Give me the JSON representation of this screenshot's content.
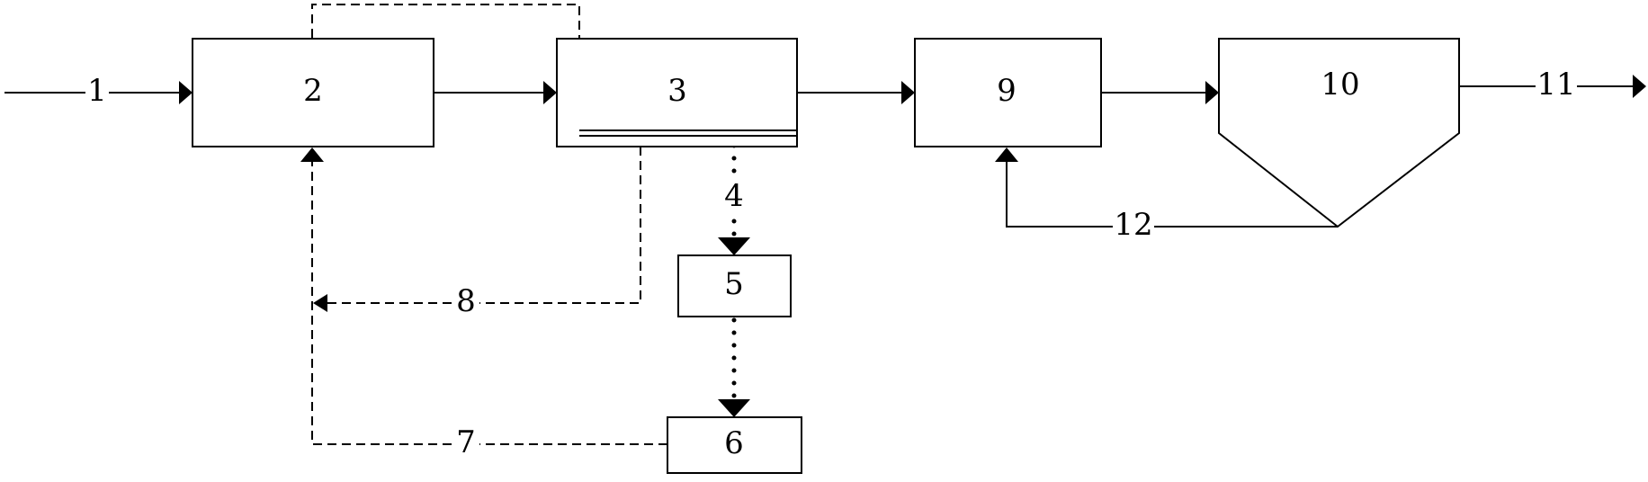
{
  "diagram": {
    "units": {
      "u2": "2",
      "u3": "3",
      "u5": "5",
      "u6": "6",
      "u9": "9",
      "u10": "10"
    },
    "streams": {
      "s1": "1",
      "s4": "4",
      "s7": "7",
      "s8": "8",
      "s11": "11",
      "s12": "12"
    },
    "colors": {
      "line": "#000000",
      "background": "#ffffff"
    }
  }
}
